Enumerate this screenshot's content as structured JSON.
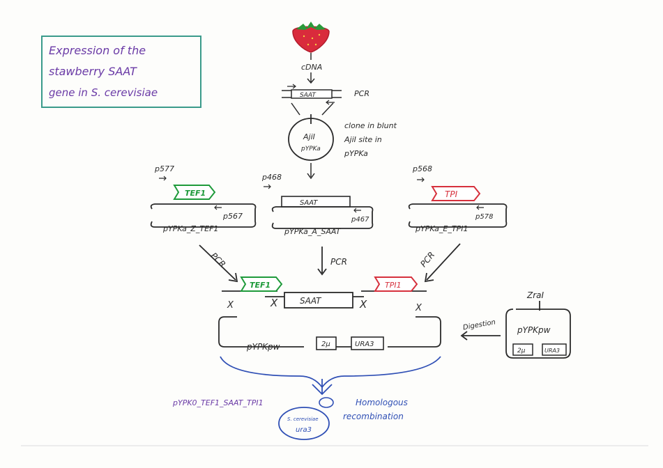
{
  "title_box": {
    "line1": "Expression of the",
    "line2": "stawberry SAAT",
    "line3": "gene in S. cerevisiae"
  },
  "top": {
    "cdna": "cDNA",
    "saat": "SAAT",
    "pcr": "PCR",
    "clone_note_1": "clone in blunt",
    "clone_note_2": "AjiI site in",
    "clone_note_3": "pYPKa",
    "plasmid_site": "AjiI",
    "plasmid_name": "pYPKa"
  },
  "left_part": {
    "primer_fwd": "p577",
    "gene": "TEF1",
    "primer_rev": "p567",
    "plasmid": "pYPKa_Z_TEF1"
  },
  "middle_part": {
    "primer_fwd": "p468",
    "gene": "SAAT",
    "primer_rev": "p467",
    "plasmid": "pYPKa_A_SAAT"
  },
  "right_part": {
    "primer_fwd": "p568",
    "gene": "TPI",
    "primer_rev": "p578",
    "plasmid": "pYPKa_E_TPI1"
  },
  "pcr_labels": {
    "left": "PCR",
    "middle": "PCR",
    "right": "PCR"
  },
  "assembly": {
    "tef": "TEF1",
    "saat": "SAAT",
    "tpi": "TPI1",
    "crossover": "X",
    "backbone": "pYPKpw",
    "two_mu": "2µ",
    "ura3": "URA3"
  },
  "vector": {
    "site": "ZraI",
    "name": "pYPKpw",
    "two_mu": "2µ",
    "ura3": "URA3",
    "digestion": "Digestion"
  },
  "result": {
    "plasmid": "pYPK0_TEF1_SAAT_TPI1",
    "recomb_1": "Homologous",
    "recomb_2": "recombination",
    "yeast_1": "S. cerevisiae",
    "yeast_2": "ura3"
  },
  "colors": {
    "ink": "#2a2a2a",
    "purple": "#6a3aa6",
    "blue": "#2f4fb5",
    "green": "#1e9a3a",
    "red": "#d6303c",
    "teal": "#3a9a8a"
  }
}
